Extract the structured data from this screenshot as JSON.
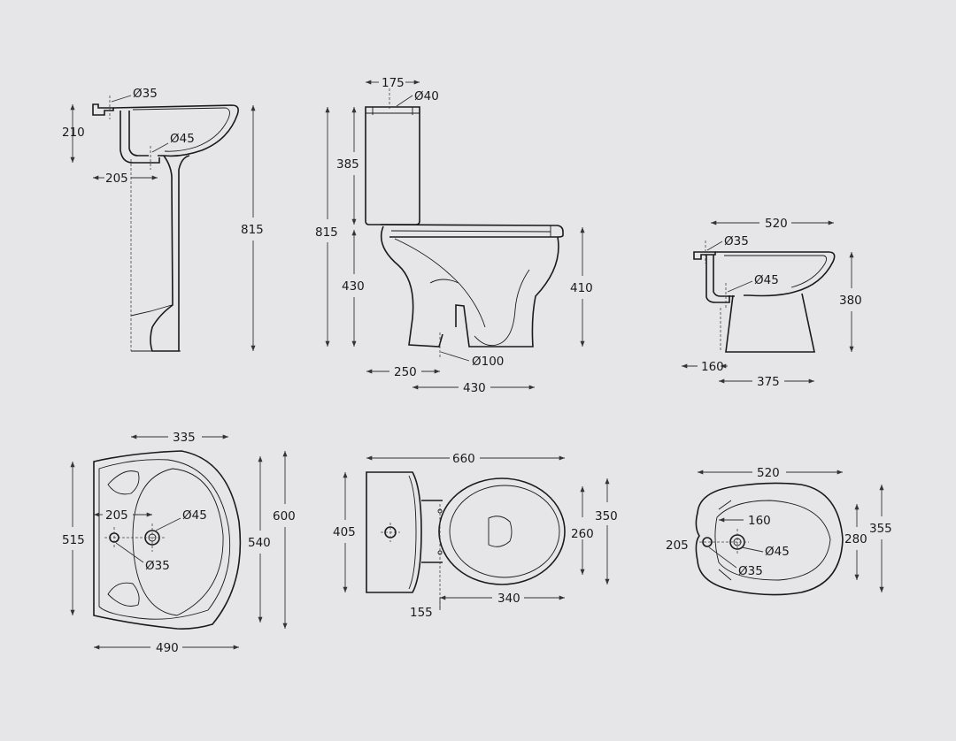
{
  "colors": {
    "background": "#e6e6e8",
    "line": "#1a1a1a"
  },
  "views": {
    "basin_side": {
      "d35": "Ø35",
      "h210": "210",
      "d45": "Ø45",
      "w205": "205",
      "h815": "815"
    },
    "wc_side": {
      "w175": "175",
      "d40": "Ø40",
      "h385": "385",
      "h815": "815",
      "h430": "430",
      "h410": "410",
      "d100": "Ø100",
      "w250": "250",
      "w430": "430"
    },
    "bidet_side": {
      "w520": "520",
      "d35": "Ø35",
      "d45": "Ø45",
      "h380": "380",
      "w160": "160",
      "w375": "375"
    },
    "basin_top": {
      "w335": "335",
      "w205": "205",
      "d45": "Ø45",
      "h515": "515",
      "h540": "540",
      "h600": "600",
      "d35": "Ø35",
      "w490": "490"
    },
    "wc_top": {
      "w660": "660",
      "h405": "405",
      "h350": "350",
      "h260": "260",
      "w155": "155",
      "w340": "340"
    },
    "bidet_top": {
      "w520": "520",
      "w160": "160",
      "h205": "205",
      "h280": "280",
      "h355": "355",
      "d45": "Ø45",
      "d35": "Ø35"
    }
  }
}
